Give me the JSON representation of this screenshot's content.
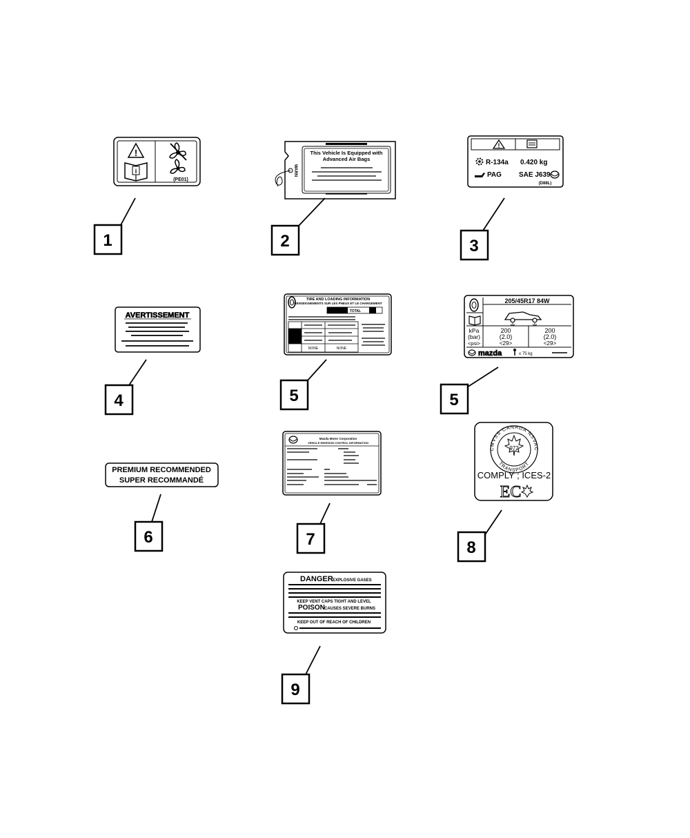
{
  "callouts": [
    "1",
    "2",
    "3",
    "4",
    "5",
    "5",
    "6",
    "7",
    "8",
    "9"
  ],
  "label1": {
    "code": "(PE01)"
  },
  "label2": {
    "side": "WARN",
    "head": "This Vehicle Is Equipped with",
    "head2": "Advanced Air Bags"
  },
  "label3": {
    "refrigerant": "R-134a",
    "amount": "0.420 kg",
    "oil": "PAG",
    "standard": "SAE J639",
    "code": "(D88L)"
  },
  "label4": {
    "title": "AVERTISSEMENT"
  },
  "label5a": {
    "title1": "TIRE AND LOADING INFORMATION",
    "title2": "RENSEIGNEMENTS SUR LES PNEUS ET LE CHARGEMENT",
    "total": "TOTAL",
    "row_none": "NONE"
  },
  "label5b": {
    "tire": "205/45R17 84W",
    "unit1": "kPa",
    "unit2": "(bar)",
    "unit3": "<psi>",
    "front_kpa": "200",
    "front_bar": "(2.0)",
    "front_psi": "<29>",
    "rear_kpa": "200",
    "rear_bar": "(2.0)",
    "rear_psi": "<29>",
    "brand": "mazda",
    "load": "≤ 75 kg"
  },
  "label6": {
    "line1": "PREMIUM  RECOMMENDED",
    "line2": "SUPER  RECOMMANDÉ"
  },
  "label7": {
    "header": "Mazda Motor Corporation",
    "sub": "VEHICLE EMISSION CONTROL INFORMATION"
  },
  "label8": {
    "ring": "CMVSS CANADA NSVAC",
    "transport": "TRANSPORT",
    "num": "972",
    "comply": "COMPLY ; ICES-2",
    "ec": "EC"
  },
  "label9": {
    "danger": "DANGER",
    "explosive": "EXPLOSIVE GASES",
    "keep1": "KEEP VENT CAPS TIGHT AND LEVEL",
    "poison": "POISON",
    "burns": "CAUSES SEVERE BURNS",
    "keep2": "KEEP OUT OF REACH OF CHILDREN"
  }
}
